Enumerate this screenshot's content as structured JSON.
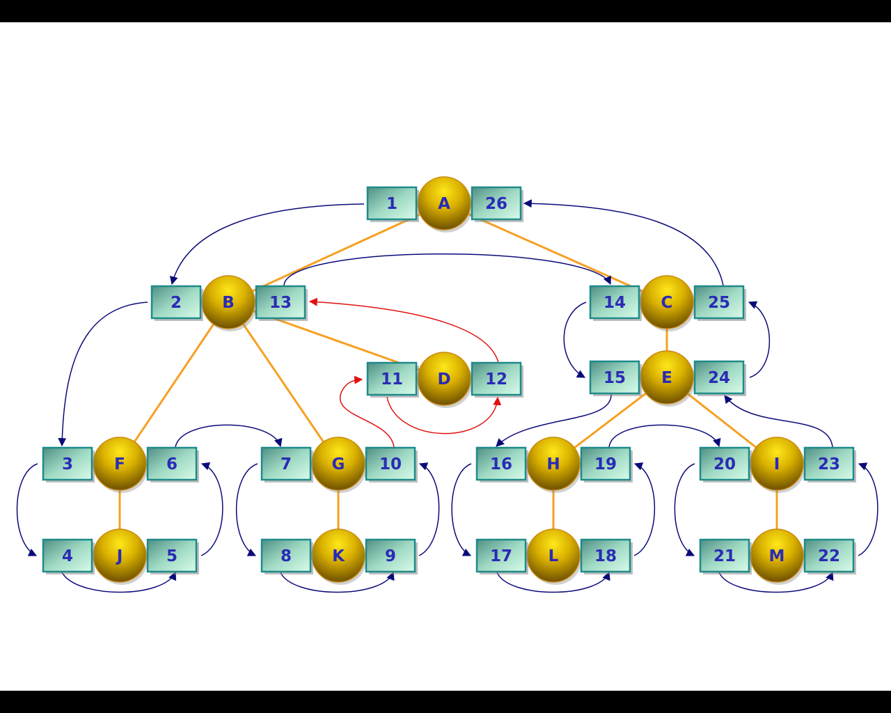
{
  "colors": {
    "tree_edge": "#f5a021",
    "arrow": "#0a0a7a",
    "back_arrow": "#e01010",
    "box_stroke": "#1e8a8a",
    "text": "#2b2bb5"
  },
  "nodes": [
    {
      "id": "A",
      "label": "A",
      "pre": "1",
      "post": "26"
    },
    {
      "id": "B",
      "label": "B",
      "pre": "2",
      "post": "13"
    },
    {
      "id": "C",
      "label": "C",
      "pre": "14",
      "post": "25"
    },
    {
      "id": "D",
      "label": "D",
      "pre": "11",
      "post": "12"
    },
    {
      "id": "E",
      "label": "E",
      "pre": "15",
      "post": "24"
    },
    {
      "id": "F",
      "label": "F",
      "pre": "3",
      "post": "6"
    },
    {
      "id": "G",
      "label": "G",
      "pre": "7",
      "post": "10"
    },
    {
      "id": "H",
      "label": "H",
      "pre": "16",
      "post": "19"
    },
    {
      "id": "I",
      "label": "I",
      "pre": "20",
      "post": "23"
    },
    {
      "id": "J",
      "label": "J",
      "pre": "4",
      "post": "5"
    },
    {
      "id": "K",
      "label": "K",
      "pre": "8",
      "post": "9"
    },
    {
      "id": "L",
      "label": "L",
      "pre": "17",
      "post": "18"
    },
    {
      "id": "M",
      "label": "M",
      "pre": "21",
      "post": "22"
    }
  ],
  "edges": [
    {
      "from": "A",
      "to": "B"
    },
    {
      "from": "A",
      "to": "C"
    },
    {
      "from": "B",
      "to": "D"
    },
    {
      "from": "B",
      "to": "F"
    },
    {
      "from": "B",
      "to": "G"
    },
    {
      "from": "C",
      "to": "E"
    },
    {
      "from": "E",
      "to": "H"
    },
    {
      "from": "E",
      "to": "I"
    },
    {
      "from": "F",
      "to": "J"
    },
    {
      "from": "G",
      "to": "K"
    },
    {
      "from": "H",
      "to": "L"
    },
    {
      "from": "I",
      "to": "M"
    }
  ]
}
